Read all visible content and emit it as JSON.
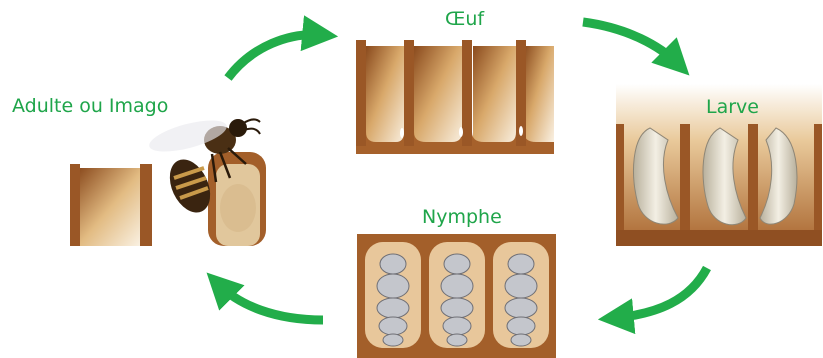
{
  "stages": {
    "oeuf": "Œuf",
    "larve": "Larve",
    "nymphe": "Nymphe",
    "adulte": "Adulte ou Imago"
  },
  "colors": {
    "label_green": "#1fa54a",
    "arrow_green": "#22ad4a",
    "comb_wall": "#a6612b",
    "comb_shadow": "#c58a4b",
    "cell_back": "#f3e6d0",
    "larva": "#e9e3d3",
    "pupa": "#c7c9cf"
  },
  "arrows": [
    "arrow-adult-to-egg",
    "arrow-egg-to-larva",
    "arrow-larva-to-pupa",
    "arrow-pupa-to-adult"
  ]
}
